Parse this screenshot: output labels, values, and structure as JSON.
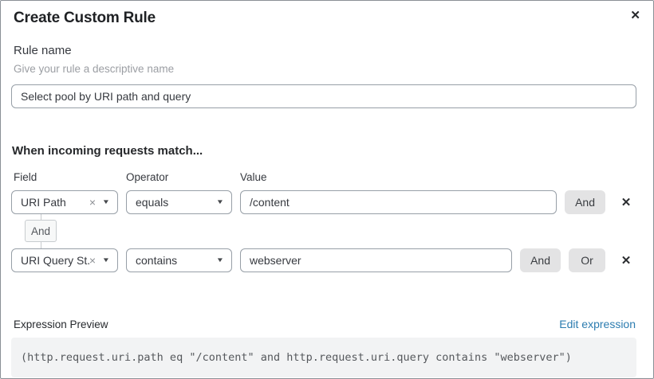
{
  "dialog": {
    "title": "Create Custom Rule"
  },
  "rule_name": {
    "label": "Rule name",
    "help": "Give your rule a descriptive name",
    "value": "Select pool by URI path and query"
  },
  "matcher": {
    "heading": "When incoming requests match...",
    "columns": {
      "field": "Field",
      "operator": "Operator",
      "value": "Value"
    },
    "joiner": "And",
    "rows": [
      {
        "field": "URI Path",
        "operator": "equals",
        "value": "/content",
        "buttons": {
          "and": "And"
        }
      },
      {
        "field": "URI Query St...",
        "operator": "contains",
        "value": "webserver",
        "buttons": {
          "and": "And",
          "or": "Or"
        }
      }
    ]
  },
  "expression": {
    "label": "Expression Preview",
    "edit_link": "Edit expression",
    "preview": "(http.request.uri.path eq \"/content\" and http.request.uri.query contains \"webserver\")"
  },
  "icons": {
    "close": "✕",
    "clear": "×",
    "caret": "▼",
    "delete": "✕"
  },
  "colors": {
    "link_blue": "#2c7cb0",
    "button_gray": "#e3e3e4",
    "code_bg": "#f2f3f4"
  }
}
